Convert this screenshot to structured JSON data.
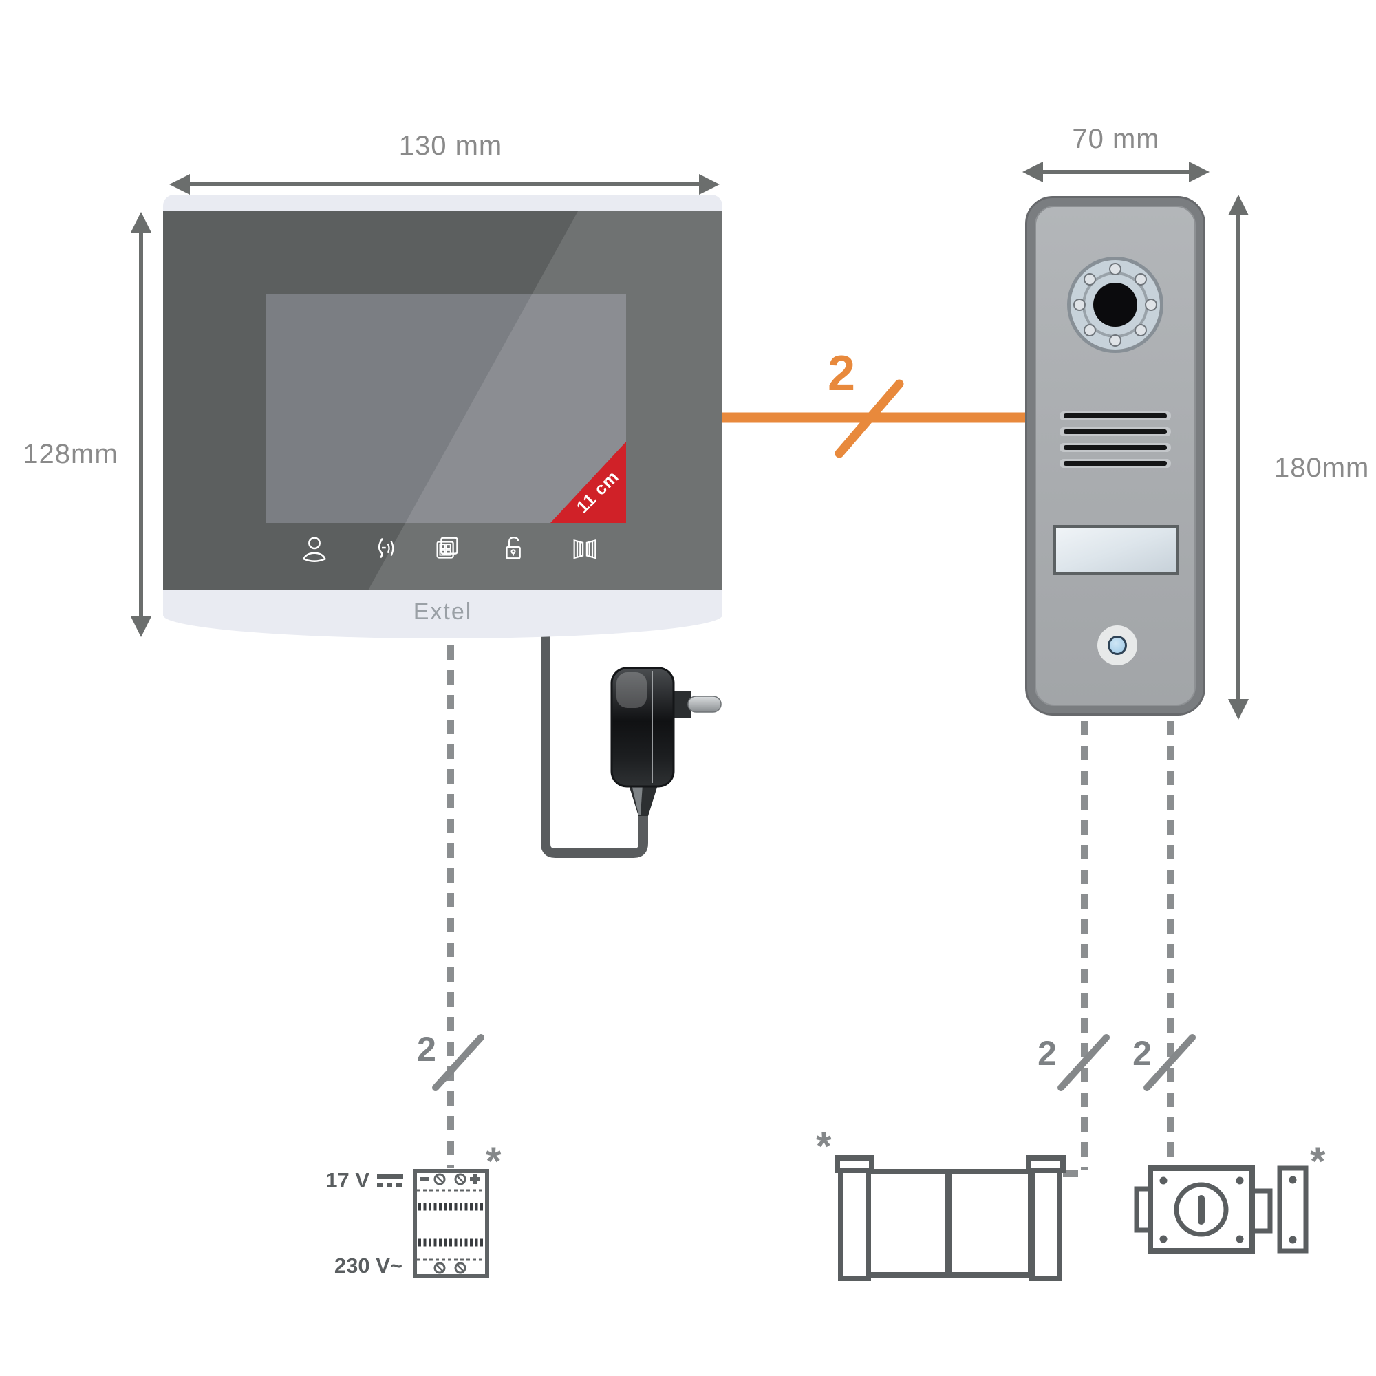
{
  "title": "Extel video intercom wiring diagram",
  "monitor": {
    "brand": "Extel",
    "width_label": "130 mm",
    "height_label": "128mm",
    "screen_badge": "11 cm",
    "touch_icons": [
      "user-icon",
      "voice-icon",
      "gallery-icon",
      "unlock-icon",
      "gate-open-icon"
    ]
  },
  "door_station": {
    "width_label": "70 mm",
    "height_label": "180mm",
    "parts": [
      "camera",
      "ir-leds",
      "speaker-grille",
      "name-plate",
      "call-button"
    ]
  },
  "wiring": {
    "bus_wire_count": "2",
    "psu_wire_count": "2",
    "gate_wire_count": "2",
    "lock_wire_count": "2"
  },
  "power_supply": {
    "output_label": "17 V",
    "input_label": "230 V~",
    "note_marker": "*"
  },
  "gate": {
    "note_marker": "*"
  },
  "lock": {
    "note_marker": "*"
  },
  "colors": {
    "accent_orange": "#E8893C",
    "badge_red": "#D02128",
    "label_gray": "#8A8A8A",
    "wire_gray": "#8B8E90",
    "device_dark_gray": "#5C5F5F"
  }
}
